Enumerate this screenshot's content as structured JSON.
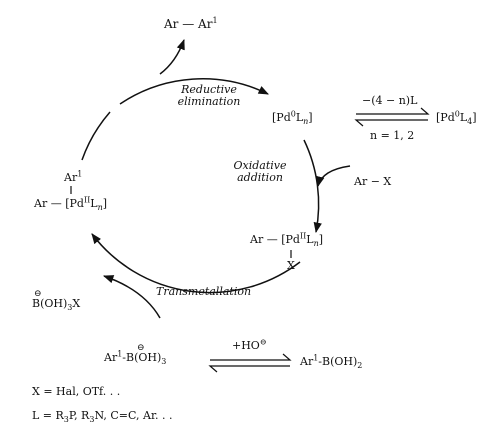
{
  "species": {
    "product": {
      "a": "Ar",
      "b": "Ar",
      "b_sup": "1"
    },
    "pd0": {
      "open": "[Pd",
      "sup": "0",
      "mid": "L",
      "sub": "n",
      "close": "]"
    },
    "pd0l4": {
      "open": "[Pd",
      "sup": "0",
      "mid": "L",
      "sub": "4",
      "close": "]"
    },
    "arx": "Ar − X",
    "ox_complex": {
      "ar": "Ar",
      "open": "[Pd",
      "sup": "II",
      "mid": "L",
      "sub": "n",
      "close": "]",
      "x": "X"
    },
    "diaryl_complex": {
      "ar1": "Ar",
      "ar1_sup": "1",
      "ar": "Ar",
      "open": "[Pd",
      "sup": "II",
      "mid": "L",
      "sub": "n",
      "close": "]"
    },
    "borate_out": {
      "charge": "⊖",
      "text": "B(OH)",
      "sub": "3",
      "end": "X"
    },
    "borate": {
      "ar": "Ar",
      "ar_sup": "1",
      "dash": "-",
      "charge": "⊖",
      "text": "B(OH)",
      "sub": "3"
    },
    "boronic_acid": {
      "ar": "Ar",
      "ar_sup": "1",
      "text": "-B(OH)",
      "sub": "2"
    }
  },
  "steps": {
    "reductive": [
      "Reductive",
      "elimination"
    ],
    "oxidative": [
      "Oxidative",
      "addition"
    ],
    "transmetallation": "Transmetallation"
  },
  "equilibria": {
    "ligand_loss": {
      "top": "−(4 − n)L",
      "bottom": "n = 1, 2"
    },
    "hydroxide": {
      "top": "+HO",
      "charge": "⊖"
    }
  },
  "legend": {
    "x_def": "X = Hal, OTf. . .",
    "l_def": {
      "start": "L = R",
      "s1": "3",
      "mid": "P, R",
      "s2": "3",
      "end": "N, C=C, Ar. . ."
    }
  },
  "colors": {
    "ink": "#111111"
  }
}
